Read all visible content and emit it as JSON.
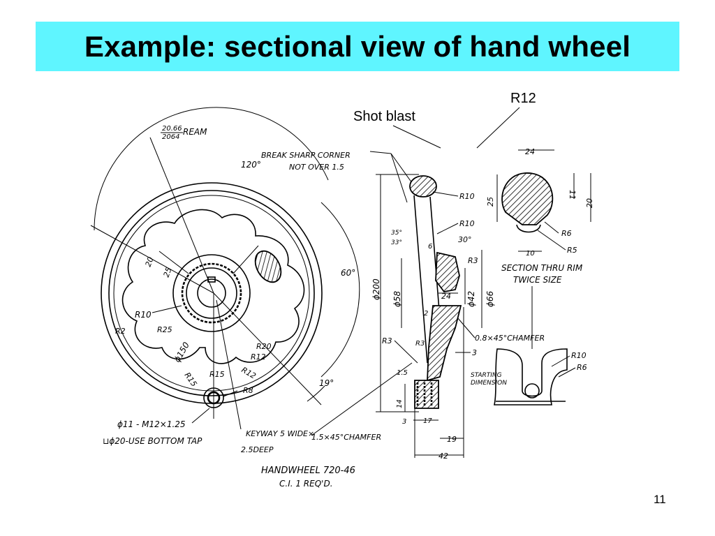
{
  "slide": {
    "title": "Example: sectional view of hand wheel",
    "page_number": "11",
    "callouts": {
      "r12": "R12",
      "shot_blast": "Shot blast"
    }
  },
  "drawing": {
    "front_view": {
      "ream_top": "20.66",
      "ream_bottom": "2064",
      "ream": "REAM",
      "angle_120": "120°",
      "angle_60": "60°",
      "angle_19": "19°",
      "dim_20": "20",
      "dim_25": "25",
      "r10": "R10",
      "r2": "R2",
      "r25": "R25",
      "dia150": "ϕ150",
      "r15a": "R15",
      "r15b": "R15",
      "r20": "R20",
      "r12": "R12",
      "r12b": "R12",
      "r8": "R8",
      "tap_hole": "ϕ11 - M12×1.25",
      "bottom_tap": "⊔ϕ20-USE BOTTOM TAP",
      "keyway": "KEYWAY 5 WIDE×",
      "keyway_depth": "2.5DEEP",
      "chamfer": "1.5×45°CHAMFER"
    },
    "section_view": {
      "break_corner_1": "BREAK SHARP CORNER",
      "break_corner_2": "NOT OVER 1.5",
      "r10_top": "R10",
      "r10_mid": "R10",
      "angle_35": "35°",
      "angle_33": "33°",
      "angle_30": "30°",
      "dim_6": "6",
      "r3_top": "R3",
      "dia200": "ϕ200",
      "dia58": "ϕ58",
      "dim_24": "24",
      "dia42": "ϕ42",
      "dia66": "ϕ66",
      "dim_2": "2",
      "r3_left": "R3",
      "r3_inner": "R3",
      "chamfer_08": "0.8×45°CHAMFER",
      "dim_3": "3",
      "dim_15": "1.5",
      "dim_14": "14",
      "dim_3b": "3",
      "dim_17": "17",
      "dim_19": "19",
      "dim_42": "42",
      "starting_1": "STARTING",
      "starting_2": "DIMENSION"
    },
    "rim_section": {
      "dim_24": "24",
      "dim_25": "25",
      "dim_11": "11",
      "dim_20": "20",
      "r6": "R6",
      "r5": "R5",
      "dim_10": "10",
      "caption_1": "SECTION THRU RIM",
      "caption_2": "TWICE SIZE"
    },
    "detail": {
      "r10": "R10",
      "r6": "R6"
    },
    "title_block": {
      "line1": "HANDWHEEL   720-46",
      "line2": "C.I.      1 REQ'D."
    }
  }
}
